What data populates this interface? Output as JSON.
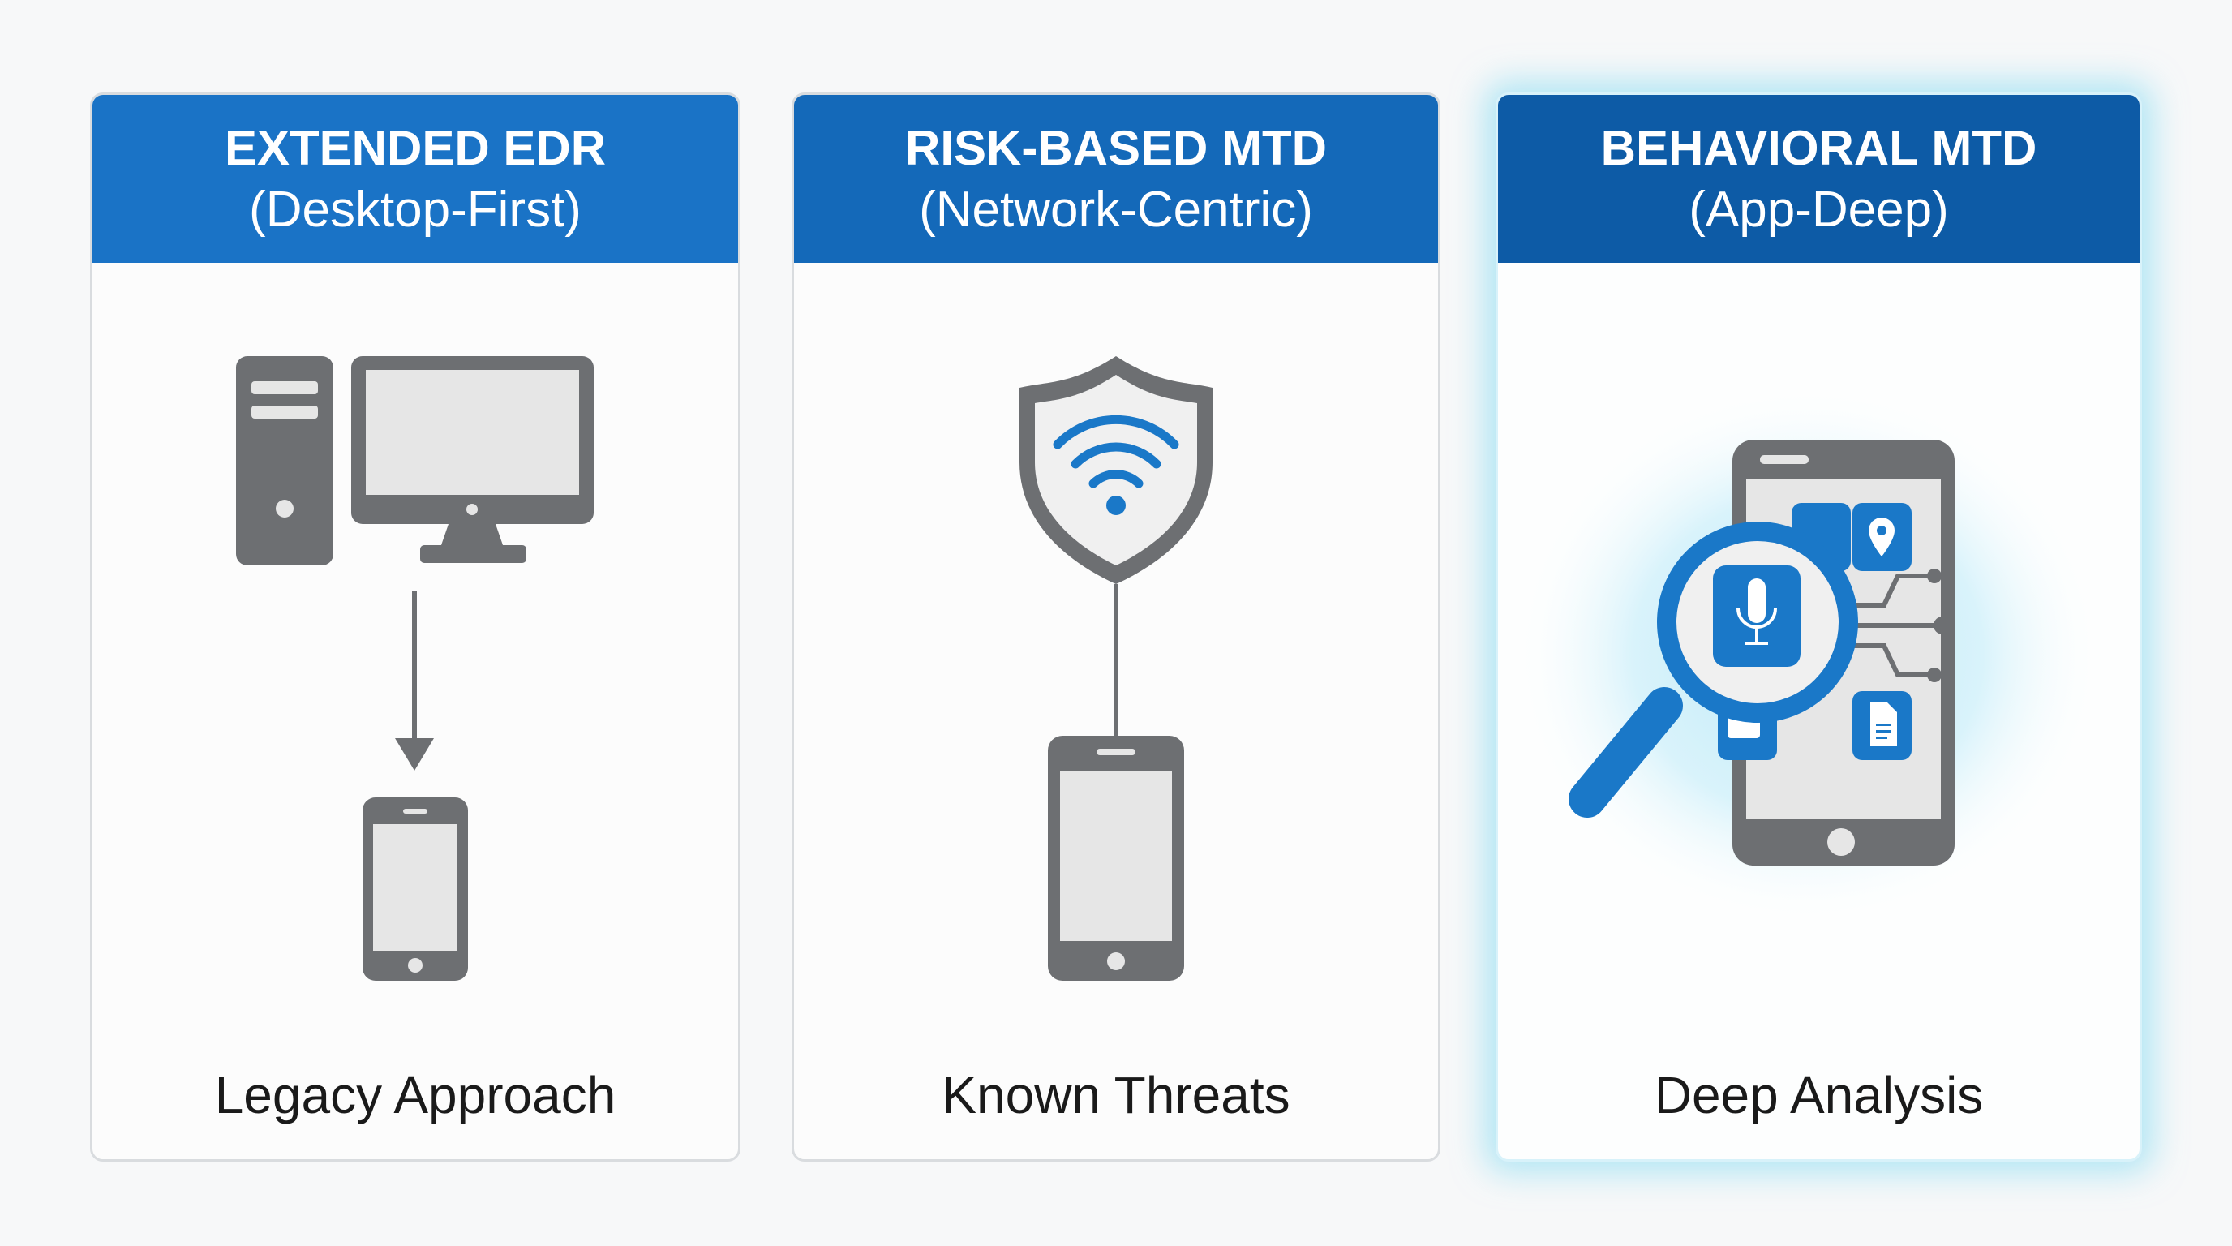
{
  "cards": [
    {
      "title": "EXTENDED EDR",
      "subtitle": "(Desktop-First)",
      "label": "Legacy Approach"
    },
    {
      "title": "RISK-BASED MTD",
      "subtitle": "(Network-Centric)",
      "label": "Known Threats"
    },
    {
      "title": "BEHAVIORAL MTD",
      "subtitle": "(App-Deep)",
      "label": "Deep Analysis"
    }
  ],
  "colors": {
    "blue": "#1a78c8",
    "gray": "#6d6f72",
    "screen": "#e6e6e6",
    "glow": "#8fdcf2"
  }
}
